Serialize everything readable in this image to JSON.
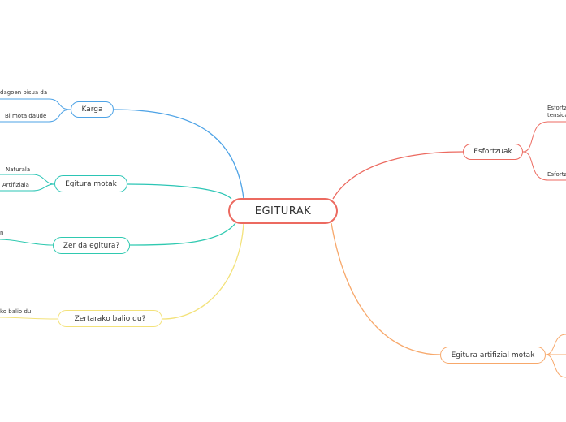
{
  "center": {
    "label": "EGITURAK"
  },
  "colors": {
    "red": "#ec6a60",
    "blue": "#4ea3e6",
    "teal": "#2bc5b5",
    "cyan": "#2fc9b0",
    "yellow": "#f3e27a",
    "orange": "#f7a86b"
  },
  "branches": {
    "karga": {
      "label": "Karga",
      "leaves": [
        "dagoen pisua da",
        "Bi mota daude"
      ]
    },
    "egitura_motak": {
      "label": "Egitura motak",
      "leaves": [
        "Naturala",
        "Artifiziala"
      ]
    },
    "zer_da": {
      "label": "Zer da egitura?",
      "leaves": [
        "n"
      ]
    },
    "zertarako": {
      "label": "Zertarako balio du?",
      "leaves": [
        "ko balio du."
      ]
    },
    "esfortzuak": {
      "label": "Esfortzuak",
      "leaves": [
        "Esfortz",
        "tensioa",
        "Esfortz"
      ]
    },
    "artifizial": {
      "label": "Egitura artifizial motak"
    }
  }
}
